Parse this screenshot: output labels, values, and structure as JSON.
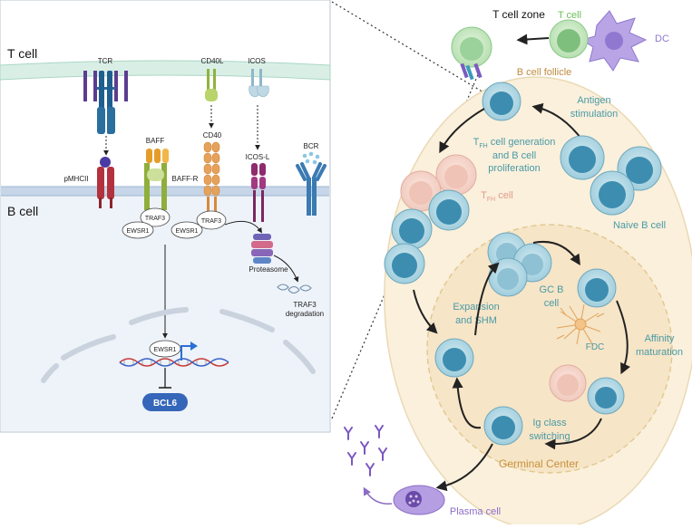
{
  "left_panel": {
    "t_cell_label": "T cell",
    "b_cell_label": "B cell",
    "receptors": {
      "tcr": "TCR",
      "pmhcii": "pMHCII",
      "baff": "BAFF",
      "baff_r": "BAFF-R",
      "cd40l": "CD40L",
      "cd40": "CD40",
      "icos": "ICOS",
      "icos_l": "ICOS-L",
      "bcr": "BCR"
    },
    "proteins": {
      "traf3_a": "TRAF3",
      "ewsr1_a": "EWSR1",
      "traf3_b": "TRAF3",
      "ewsr1_b": "EWSR1",
      "ewsr1_nucleus": "EWSR1",
      "bcl6": "BCL6"
    },
    "proteasome": "Proteasome",
    "traf3_degradation_line1": "TRAF3",
    "traf3_degradation_line2": "degradation"
  },
  "right_panel": {
    "t_cell_zone": "T cell zone",
    "t_cell": "T cell",
    "dc": "DC",
    "b_cell_follicle": "B cell follicle",
    "antigen_stimulation_line1": "Antigen",
    "antigen_stimulation_line2": "stimulation",
    "tfh_generation_main": "T",
    "tfh_generation_sub": "FH",
    "tfh_generation_rest": " cell generation",
    "tfh_generation_line2": "and B cell",
    "tfh_generation_line3": "proliferation",
    "tfh_cell_main": "T",
    "tfh_cell_sub": "FH",
    "tfh_cell_rest": " cell",
    "naive_b_cell": "Naive B cell",
    "gc_b_cell_line1": "GC B",
    "gc_b_cell_line2": "cell",
    "expansion_line1": "Expansion",
    "expansion_line2": "and SHM",
    "fdc": "FDC",
    "affinity_line1": "Affinity",
    "affinity_line2": "maturation",
    "ig_switch_line1": "Ig class",
    "ig_switch_line2": "switching",
    "germinal_center": "Germinal Center",
    "plasma_cell": "Plasma cell"
  },
  "colors": {
    "b_cell_blue": "#3d8db0",
    "teal_text": "#4a9aa6",
    "follicle_fill": "#faf0dc",
    "follicle_edge": "#e8d2a2",
    "gc_text": "#c8913a",
    "tfh_pink": "#f0c3b8",
    "t_cell_green": "#a6d8a3",
    "dc_purple": "#a48bd6",
    "plasma_purple": "#8c6cc6",
    "bcl6_blue": "#3566b9",
    "membrane_green": "#d7eee4",
    "b_cytoplasm": "#eef3f9"
  }
}
